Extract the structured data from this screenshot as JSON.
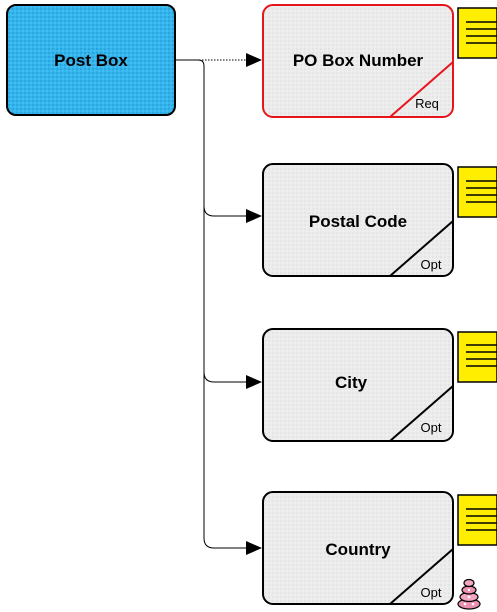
{
  "root": {
    "label": "Post Box"
  },
  "children": [
    {
      "label": "PO Box Number",
      "badge": "Req"
    },
    {
      "label": "Postal Code",
      "badge": "Opt"
    },
    {
      "label": "City",
      "badge": "Opt"
    },
    {
      "label": "Country",
      "badge": "Opt"
    }
  ],
  "colors": {
    "root_fill": "#33b5ee",
    "node_fill": "#ececec",
    "required_border": "#e8141c",
    "optional_border": "#000000",
    "note_fill": "#ffee00"
  },
  "icons": {
    "note": "note-icon",
    "extension": "stacked-layers-icon"
  }
}
